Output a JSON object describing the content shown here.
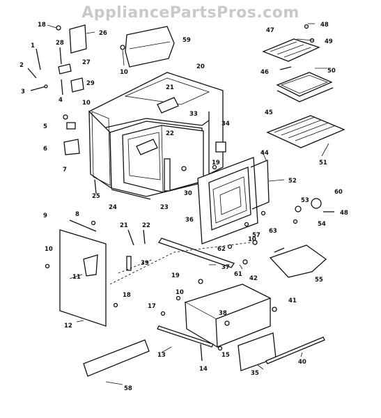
{
  "watermark": "AppliancePartsPros.com",
  "parts": {
    "p18a": "18",
    "p26": "26",
    "p1": "1",
    "p28": "28",
    "p27": "27",
    "p2": "2",
    "p3": "3",
    "p4": "4",
    "p29": "29",
    "p10a": "10",
    "p5": "5",
    "p6": "6",
    "p7": "7",
    "p59": "59",
    "p10b": "10",
    "p20": "20",
    "p21a": "21",
    "p33": "33",
    "p22a": "22",
    "p34": "34",
    "p48a": "48",
    "p47": "47",
    "p49": "49",
    "p46": "46",
    "p50": "50",
    "p45": "45",
    "p51": "51",
    "p19a": "19",
    "p44": "44",
    "p52": "52",
    "p25": "25",
    "p24": "24",
    "p23": "23",
    "p30": "30",
    "p8": "8",
    "p9": "9",
    "p21b": "21",
    "p22b": "22",
    "p39": "39",
    "p36": "36",
    "p53": "53",
    "p60": "60",
    "p48b": "48",
    "p54": "54",
    "p57": "57",
    "p63": "63",
    "p62": "62",
    "p10c": "10",
    "p61": "61",
    "p37": "37",
    "p55": "55",
    "p11": "11",
    "p19b": "19",
    "p42": "42",
    "p18b": "18",
    "p10d": "10",
    "p41": "41",
    "p17": "17",
    "p38": "38",
    "p12": "12",
    "p15": "15",
    "p13": "13",
    "p14": "14",
    "p35": "35",
    "p40": "40",
    "p58": "58",
    "p10e": "10"
  }
}
